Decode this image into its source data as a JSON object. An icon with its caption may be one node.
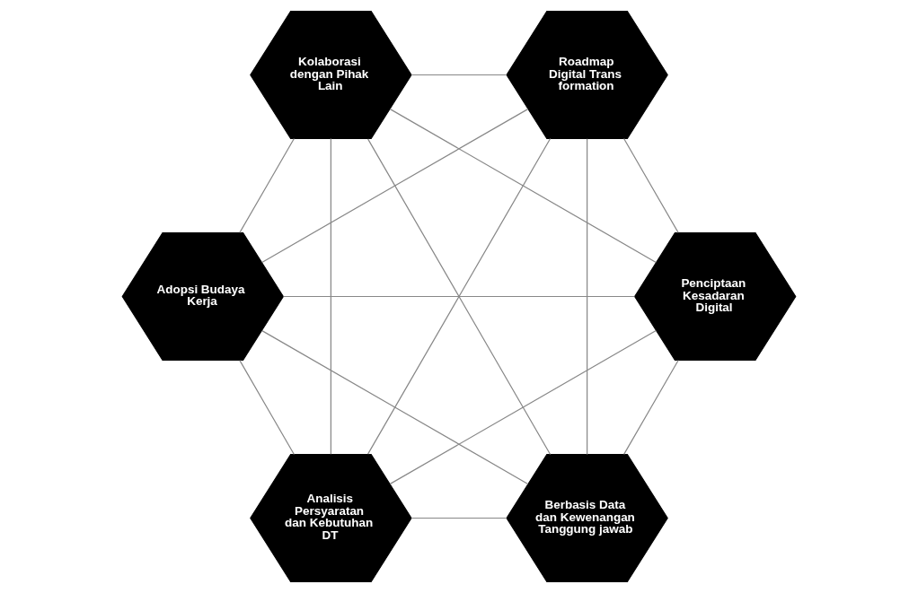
{
  "diagram": {
    "nodes": [
      {
        "text": [
          "Berbasis Data dan Kewenangan Tanggung jawab"
        ]
      },
      {
        "text": [
          "Penciptaan Kesadaran Digital"
        ]
      },
      {
        "text": [
          "Adopsi Budaya Kerja"
        ]
      },
      {
        "text": [
          "Kolaborasi dengan Pihak Lain"
        ]
      },
      {
        "text": [
          "Roadmap Digital Trans formation"
        ]
      },
      {
        "text": [
          "Analisis Persyaratan dan Kebutuhan DT"
        ]
      }
    ],
    "edges": [
      {
        "from": 0,
        "to": 1,
        "arrow": "none"
      },
      {
        "from": 0,
        "to": 2,
        "arrow": "none"
      },
      {
        "from": 0,
        "to": 3,
        "arrow": "none"
      },
      {
        "from": 0,
        "to": 4,
        "arrow": "none"
      },
      {
        "from": 0,
        "to": 5,
        "arrow": "none"
      },
      {
        "from": 1,
        "to": 2,
        "arrow": "none"
      },
      {
        "from": 1,
        "to": 3,
        "arrow": "none"
      },
      {
        "from": 1,
        "to": 4,
        "arrow": "none"
      },
      {
        "from": 1,
        "to": 5,
        "arrow": "none"
      },
      {
        "from": 2,
        "to": 3,
        "arrow": "none"
      },
      {
        "from": 2,
        "to": 4,
        "arrow": "none"
      },
      {
        "from": 2,
        "to": 5,
        "arrow": "none"
      },
      {
        "from": 3,
        "to": 4,
        "arrow": "none"
      },
      {
        "from": 3,
        "to": 5,
        "arrow": "none"
      },
      {
        "from": 4,
        "to": 5,
        "arrow": "none"
      }
    ]
  }
}
